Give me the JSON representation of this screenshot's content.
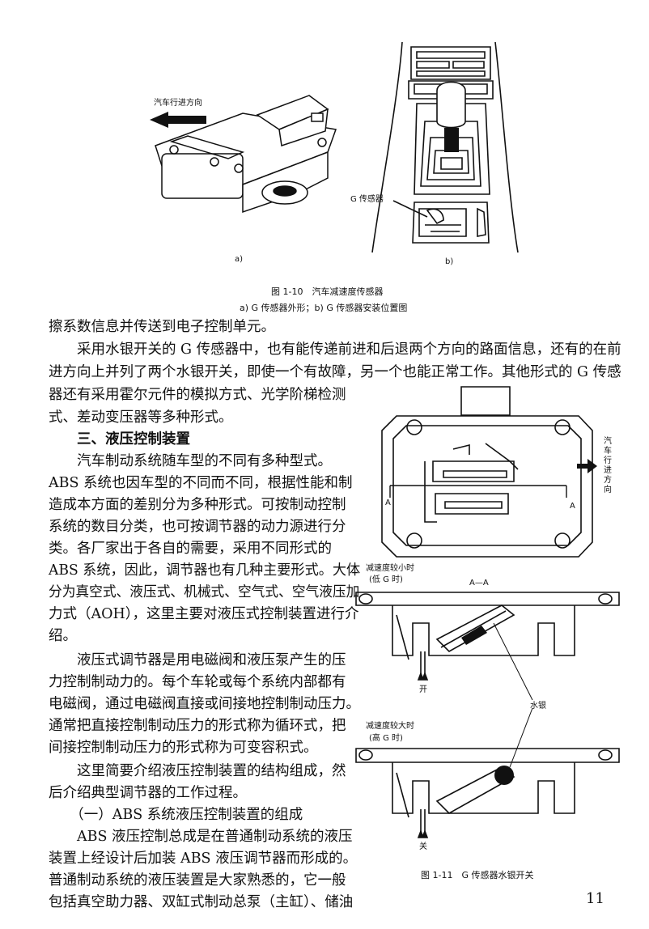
{
  "figure_1_10": {
    "label_direction": "汽车行进方向",
    "label_g_sensor": "G 传感器",
    "sub_a": "a)",
    "sub_b": "b)",
    "caption": "图 1-10　汽车减速度传感器",
    "subcaption": "a) G 传感器外形；b) G 传感器安装位置图"
  },
  "figure_1_11": {
    "label_direction": "汽车行进方向",
    "label_a_left": "A",
    "label_a_right": "A",
    "section_label": "A—A",
    "low_decel": "减速度较小时",
    "low_g": "(低 G 时)",
    "high_decel": "减速度较大时",
    "high_g": "(高 G 时)",
    "label_on": "开",
    "label_off": "关",
    "label_mercury": "水银",
    "caption": "图 1-11　G 传感器水银开关"
  },
  "text": {
    "l1": "擦系数信息并传送到电子控制单元。",
    "l2": "　　采用水银开关的 G 传感器中，也有能传递前进和后退两个方向的路面信息，还有的在前",
    "l3": "进方向上并列了两个水银开关，即使一个有故障，另一个也能正常工作。其他形式的 G 传感",
    "l4": "器还有采用霍尔元件的模拟方式、光学阶梯检测",
    "l5": "式、差动变压器等多种形式。",
    "heading3": "　　三、液压控制装置",
    "l7": "　　汽车制动系统随车型的不同有多种型式。",
    "l8": "ABS 系统也因车型的不同而不同，根据性能和制",
    "l9": "造成本方面的差别分为多种形式。可按制动控制",
    "l10": "系统的数目分类，也可按调节器的动力源进行分",
    "l11": "类。各厂家出于各自的需要，采用不同形式的",
    "l12": "ABS 系统，因此，调节器也有几种主要形式。大体",
    "l13": "分为真空式、液压式、机械式、空气式、空气液压加",
    "l14": "力式（AOH），这里主要对液压式控制装置进行介",
    "l15": "绍。",
    "l16": "　　液压式调节器是用电磁阀和液压泵产生的压",
    "l17": "力控制制动力的。每个车轮或每个系统内部都有",
    "l18": "电磁阀，通过电磁阀直接或间接地控制制动压力。",
    "l19": "通常把直接控制制动压力的形式称为循环式，把",
    "l20": "间接控制制动压力的形式称为可变容积式。",
    "l21": "　　这里简要介绍液压控制装置的结构组成，然",
    "l22": "后介绍典型调节器的工作过程。",
    "l23": "　　（一）ABS 系统液压控制装置的组成",
    "l24": "　　ABS 液压控制总成是在普通制动系统的液压",
    "l25": "装置上经设计后加装 ABS 液压调节器而形成的。",
    "l26": "普通制动系统的液压装置是大家熟悉的，它一般",
    "l27": "包括真空助力器、双缸式制动总泵（主缸）、储油"
  },
  "page_number": "11"
}
